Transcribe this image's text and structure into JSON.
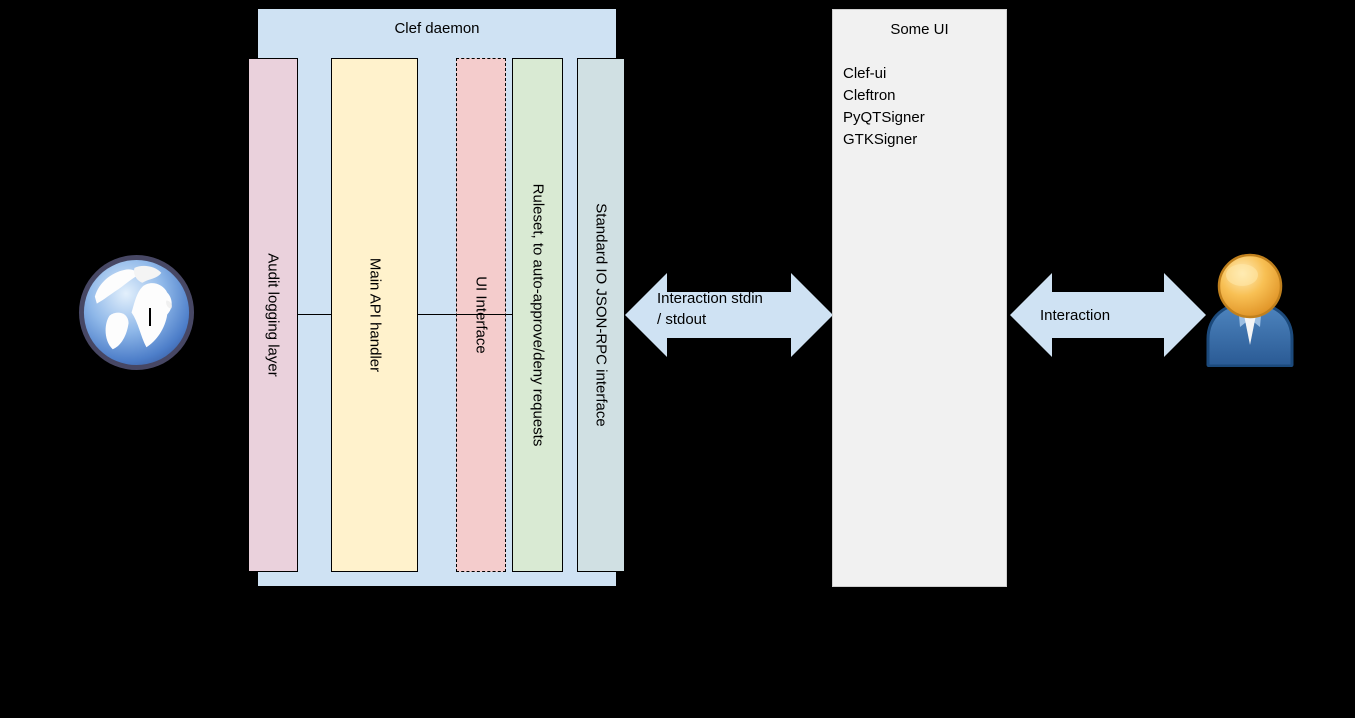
{
  "diagram": {
    "background_color": "#000000",
    "clef_daemon": {
      "title": "Clef daemon",
      "fill": "#cfe2f3",
      "layers": [
        {
          "label": "Audit logging layer",
          "fill": "#ead1dc",
          "border_style": "solid"
        },
        {
          "label": "Main API handler",
          "fill": "#fff2cc",
          "border_style": "solid"
        },
        {
          "label": "UI Interface",
          "fill": "#f4cccc",
          "border_style": "dashed"
        },
        {
          "label": "Ruleset, to auto-approve/deny requests",
          "fill": "#d9ead3",
          "border_style": "solid"
        },
        {
          "label": "Standard IO JSON-RPC interface",
          "fill": "#d0e0e3",
          "border_style": "solid"
        }
      ]
    },
    "some_ui": {
      "title": "Some UI",
      "fill": "#f1f1f1",
      "items": [
        "Clef-ui",
        "Cleftron",
        "PyQTSigner",
        "GTKSigner"
      ]
    },
    "arrow_left": {
      "fill": "#cfe2f3",
      "label_line1": "Interaction stdin",
      "label_line2": "/ stdout"
    },
    "arrow_right": {
      "fill": "#cfe2f3",
      "label": "Interaction"
    },
    "icons": {
      "globe": "globe-icon",
      "person": "person-icon"
    }
  }
}
